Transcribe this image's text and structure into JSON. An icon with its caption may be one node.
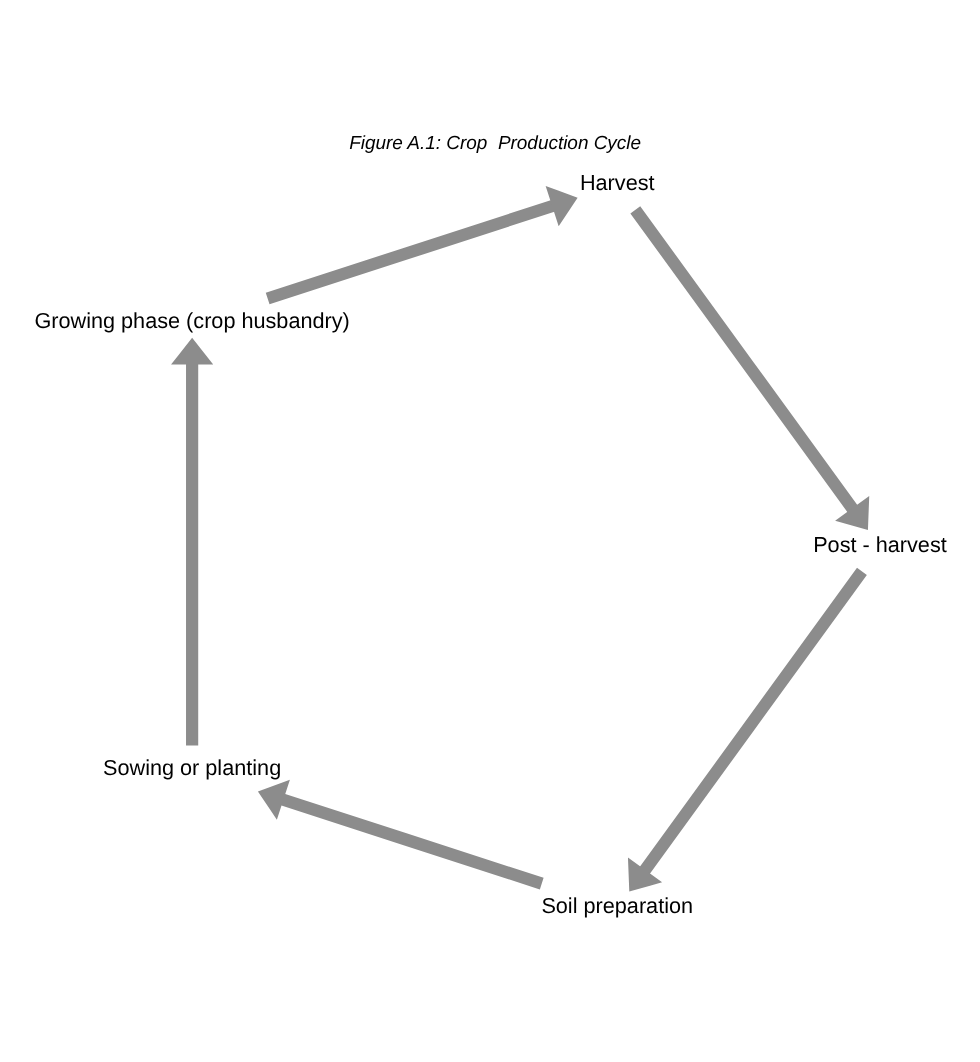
{
  "diagram": {
    "title": "Figure A.1: Crop  Production Cycle",
    "nodes": [
      {
        "text": [
          "Soil preparation"
        ]
      },
      {
        "text": [
          "Sowing or planting"
        ]
      },
      {
        "text": [
          "Growing phase (crop husbandry)"
        ]
      },
      {
        "text": [
          "Harvest"
        ]
      },
      {
        "text": [
          "Post - harvest"
        ]
      }
    ],
    "edges": [
      {
        "from": 4,
        "to": 0,
        "arrow": "to"
      },
      {
        "from": 0,
        "to": 1,
        "arrow": "to"
      },
      {
        "from": 1,
        "to": 2,
        "arrow": "to"
      },
      {
        "from": 2,
        "to": 3,
        "arrow": "to"
      },
      {
        "from": 3,
        "to": 4,
        "arrow": "to"
      }
    ]
  }
}
